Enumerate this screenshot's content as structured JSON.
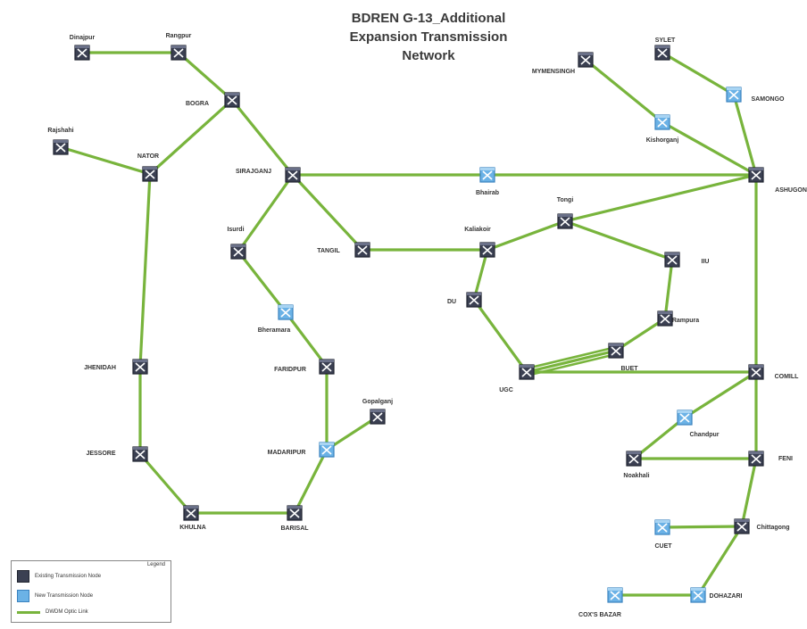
{
  "title_lines": [
    "BDREN G-13_Additional",
    "Expansion Transmission",
    "Network"
  ],
  "colors": {
    "link": "#78b43c",
    "existing_node": "#3b4052",
    "new_node": "#6bb2e6",
    "label": "#333333"
  },
  "node_types": {
    "existing": "existing",
    "new": "new"
  },
  "nodes": [
    {
      "id": "dinajpur",
      "label": "Dinajpur",
      "type": "existing"
    },
    {
      "id": "rangpur",
      "label": "Rangpur",
      "type": "existing"
    },
    {
      "id": "bogra",
      "label": "BOGRA",
      "type": "existing"
    },
    {
      "id": "rajshahi",
      "label": "Rajshahi",
      "type": "existing"
    },
    {
      "id": "natore",
      "label": "NATOR",
      "type": "existing"
    },
    {
      "id": "sirajganj",
      "label": "SIRAJGANJ",
      "type": "existing"
    },
    {
      "id": "ishwardi",
      "label": "Isurdi",
      "type": "existing"
    },
    {
      "id": "tangail",
      "label": "TANGIL",
      "type": "existing"
    },
    {
      "id": "bhemramara",
      "label": "Bheramara",
      "type": "new"
    },
    {
      "id": "faridpur",
      "label": "FARIDPUR",
      "type": "existing"
    },
    {
      "id": "gopalganj",
      "label": "Gopalganj",
      "type": "existing"
    },
    {
      "id": "madaripur",
      "label": "MADARIPUR",
      "type": "new"
    },
    {
      "id": "jhenidah",
      "label": "JHENIDAH",
      "type": "existing"
    },
    {
      "id": "jessore",
      "label": "JESSORE",
      "type": "existing"
    },
    {
      "id": "khulna",
      "label": "KHULNA",
      "type": "existing"
    },
    {
      "id": "barisal",
      "label": "BARISAL",
      "type": "existing"
    },
    {
      "id": "mymensingh",
      "label": "MYMENSINGH",
      "type": "existing"
    },
    {
      "id": "kishorganj",
      "label": "Kishorganj",
      "type": "new"
    },
    {
      "id": "sylhet",
      "label": "SYLET",
      "type": "existing"
    },
    {
      "id": "sunamganj",
      "label": "SAMONGO",
      "type": "new"
    },
    {
      "id": "ashuganj",
      "label": "ASHUGONJ",
      "type": "existing"
    },
    {
      "id": "bhairab",
      "label": "Bhairab",
      "type": "new"
    },
    {
      "id": "tongi",
      "label": "Tongi",
      "type": "existing"
    },
    {
      "id": "kaliakoir",
      "label": "Kaliakoir",
      "type": "existing"
    },
    {
      "id": "du",
      "label": "DU",
      "type": "existing"
    },
    {
      "id": "iiu",
      "label": "IIU",
      "type": "existing"
    },
    {
      "id": "rampura",
      "label": "Rampura",
      "type": "existing"
    },
    {
      "id": "buet",
      "label": "BUET",
      "type": "existing"
    },
    {
      "id": "ugc",
      "label": "UGC",
      "type": "existing"
    },
    {
      "id": "comilla",
      "label": "COMILL",
      "type": "existing"
    },
    {
      "id": "chandpur",
      "label": "Chandpur",
      "type": "new"
    },
    {
      "id": "noakhali",
      "label": "Noakhali",
      "type": "existing"
    },
    {
      "id": "feni",
      "label": "FENI",
      "type": "existing"
    },
    {
      "id": "chittagong",
      "label": "Chittagong",
      "type": "existing"
    },
    {
      "id": "cuet",
      "label": "CUET",
      "type": "new"
    },
    {
      "id": "dohazari",
      "label": "DOHAZARI",
      "type": "new"
    },
    {
      "id": "coxsbazar",
      "label": "COX'S BAZAR",
      "type": "new"
    }
  ],
  "links": [
    [
      "dinajpur",
      "rangpur"
    ],
    [
      "rangpur",
      "bogra"
    ],
    [
      "bogra",
      "natore"
    ],
    [
      "bogra",
      "sirajganj"
    ],
    [
      "rajshahi",
      "natore"
    ],
    [
      "natore",
      "jhenidah"
    ],
    [
      "jhenidah",
      "jessore"
    ],
    [
      "jessore",
      "khulna"
    ],
    [
      "khulna",
      "barisal"
    ],
    [
      "barisal",
      "madaripur"
    ],
    [
      "madaripur",
      "gopalganj"
    ],
    [
      "madaripur",
      "faridpur"
    ],
    [
      "faridpur",
      "bhemramara"
    ],
    [
      "bhemramara",
      "ishwardi"
    ],
    [
      "ishwardi",
      "sirajganj"
    ],
    [
      "sirajganj",
      "tangail"
    ],
    [
      "sirajganj",
      "bhairab"
    ],
    [
      "bhairab",
      "ashuganj"
    ],
    [
      "tangail",
      "kaliakoir"
    ],
    [
      "kaliakoir",
      "tongi"
    ],
    [
      "kaliakoir",
      "du"
    ],
    [
      "du",
      "ugc"
    ],
    [
      "tongi",
      "ashuganj"
    ],
    [
      "tongi",
      "iiu"
    ],
    [
      "iiu",
      "rampura"
    ],
    [
      "rampura",
      "buet"
    ],
    [
      "buet",
      "ugc"
    ],
    [
      "ugc",
      "comilla"
    ],
    [
      "mymensingh",
      "kishorganj"
    ],
    [
      "kishorganj",
      "ashuganj"
    ],
    [
      "sylhet",
      "sunamganj"
    ],
    [
      "sunamganj",
      "ashuganj"
    ],
    [
      "ashuganj",
      "comilla"
    ],
    [
      "comilla",
      "chandpur"
    ],
    [
      "chandpur",
      "noakhali"
    ],
    [
      "noakhali",
      "feni"
    ],
    [
      "comilla",
      "feni"
    ],
    [
      "feni",
      "chittagong"
    ],
    [
      "chittagong",
      "cuet"
    ],
    [
      "chittagong",
      "dohazari"
    ],
    [
      "dohazari",
      "coxsbazar"
    ]
  ],
  "legend": {
    "title": "Legend",
    "existing_label": "Existing Transmission Node",
    "new_label": "New Transmission Node",
    "link_label": "DWDM Optic Link"
  }
}
